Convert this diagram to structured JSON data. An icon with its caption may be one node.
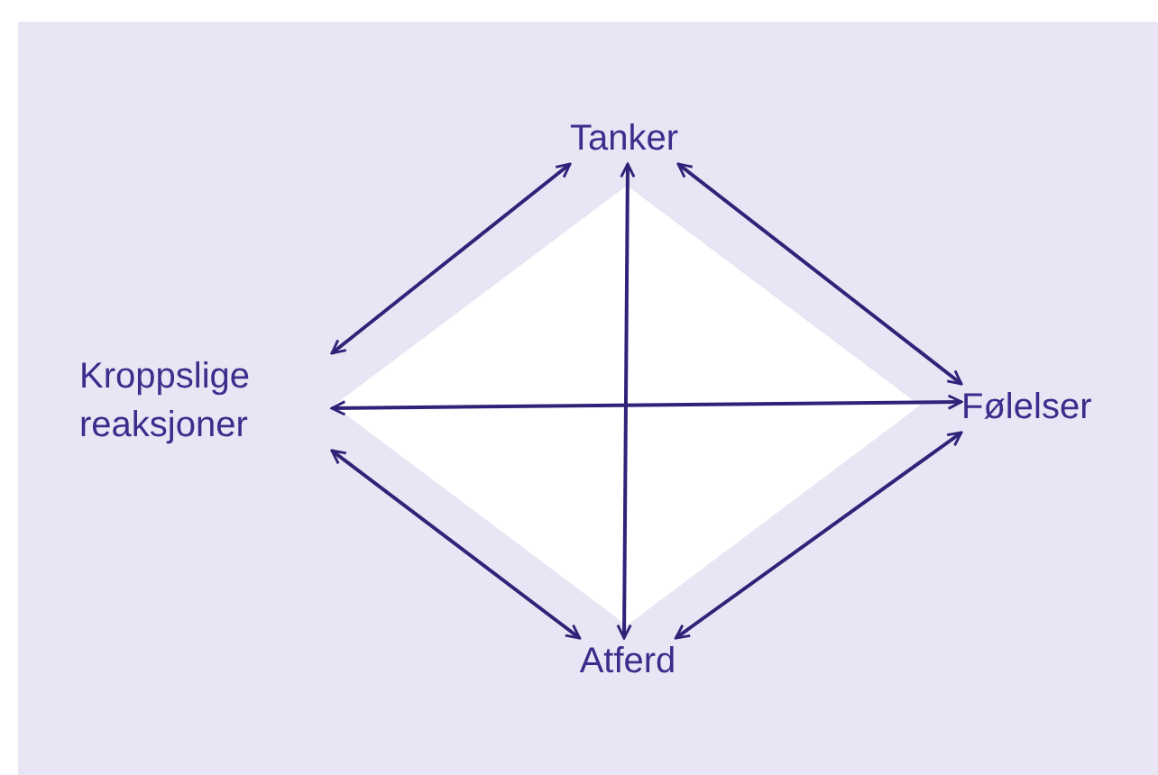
{
  "diagram": {
    "nodes": [
      {
        "text": [
          "Tanker"
        ]
      },
      {
        "text": [
          "Kroppslige reaksjoner"
        ]
      },
      {
        "text": [
          "Følelser"
        ]
      },
      {
        "text": [
          "Atferd"
        ]
      }
    ],
    "edges": [
      {
        "from": 0,
        "to": 1,
        "arrow": "both"
      },
      {
        "from": 0,
        "to": 2,
        "arrow": "both"
      },
      {
        "from": 1,
        "to": 3,
        "arrow": "both"
      },
      {
        "from": 2,
        "to": 3,
        "arrow": "both"
      },
      {
        "from": 0,
        "to": 3,
        "arrow": "both"
      },
      {
        "from": 1,
        "to": 2,
        "arrow": "both"
      }
    ]
  }
}
